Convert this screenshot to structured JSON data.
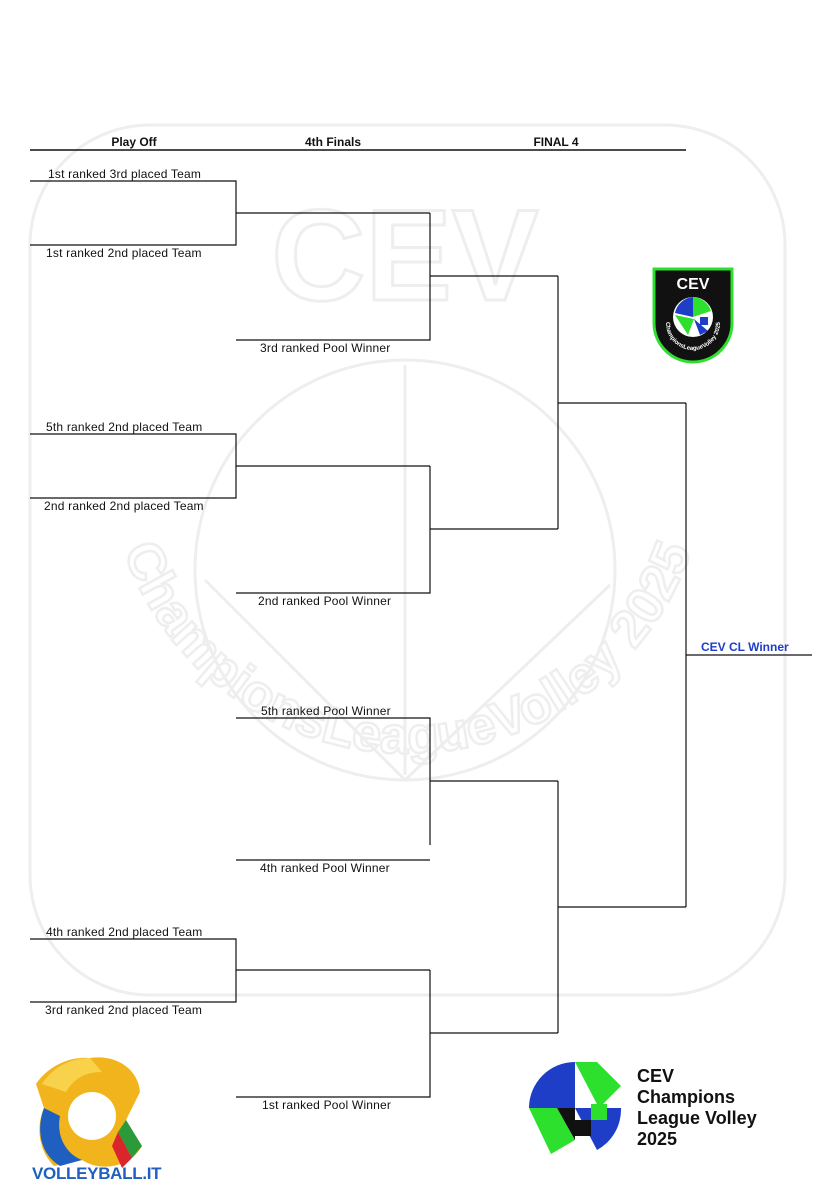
{
  "headers": {
    "play_off": "Play Off",
    "fourth_finals": "4th Finals",
    "final_four": "FINAL 4"
  },
  "play_off": {
    "match1": {
      "top": "1st ranked 3rd placed Team",
      "bottom": "1st ranked 2nd placed Team"
    },
    "match2": {
      "top": "5th ranked 2nd placed Team",
      "bottom": "2nd ranked 2nd placed Team"
    },
    "match3": {
      "top": "4th ranked 2nd placed Team",
      "bottom": "3rd ranked 2nd placed Team"
    }
  },
  "fourth_finals": {
    "pool1": "3rd ranked Pool Winner",
    "pool2": "2nd ranked Pool Winner",
    "pool3_top": "5th ranked Pool Winner",
    "pool3_bottom": "4th ranked Pool Winner",
    "pool4": "1st ranked Pool Winner"
  },
  "winner": "CEV CL Winner",
  "badge": {
    "top_text": "CEV",
    "ring_text": "ChampionsLeagueVolley 2025"
  },
  "watermark": {
    "big_text": "CEV",
    "ring_text": "ChampionsLeagueVolley 2025"
  },
  "logos": {
    "volleyball_it": "VOLLEYBALL.IT",
    "cl_line1": "CEV",
    "cl_line2": "Champions",
    "cl_line3": "League Volley",
    "cl_line4": "2025"
  },
  "colors": {
    "line": "#111111",
    "winner": "#1e3ec8",
    "badge_green": "#2ee02e",
    "badge_blue": "#1e3ec8",
    "badge_dark": "#111111"
  }
}
